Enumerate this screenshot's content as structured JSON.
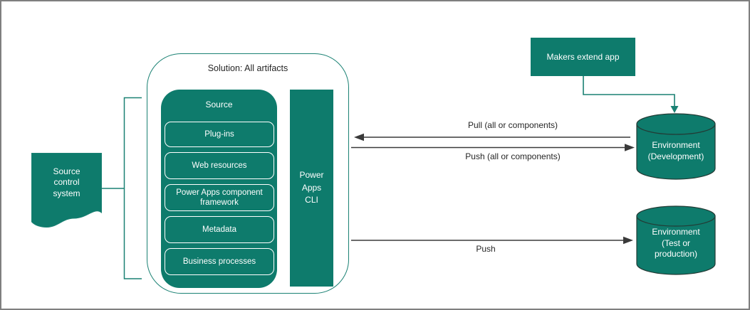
{
  "colors": {
    "teal": "#0E7B6C",
    "teal_line": "#1A8173",
    "shape_outline": "#233B35",
    "arrow": "#3A3A3A",
    "text_dark": "#262626",
    "frame": "#7F7F7F",
    "white": "#FFFFFF"
  },
  "source_control": {
    "label": "Source control system"
  },
  "solution": {
    "title": "Solution: All artifacts",
    "source": {
      "label": "Source",
      "items": [
        {
          "label": "Plug-ins"
        },
        {
          "label": "Web resources"
        },
        {
          "label": "Power Apps component framework"
        },
        {
          "label": "Metadata"
        },
        {
          "label": "Business processes"
        }
      ]
    },
    "cli": {
      "label": "Power Apps CLI"
    }
  },
  "makers": {
    "label": "Makers extend app"
  },
  "environments": [
    {
      "name": "development",
      "label": "Environment\n(Development)"
    },
    {
      "name": "test-production",
      "label": "Environment\n(Test or\nproduction)"
    }
  ],
  "connectors": {
    "pull_label": "Pull (all or components)",
    "push_all_label": "Push (all or components)",
    "push_label": "Push"
  }
}
